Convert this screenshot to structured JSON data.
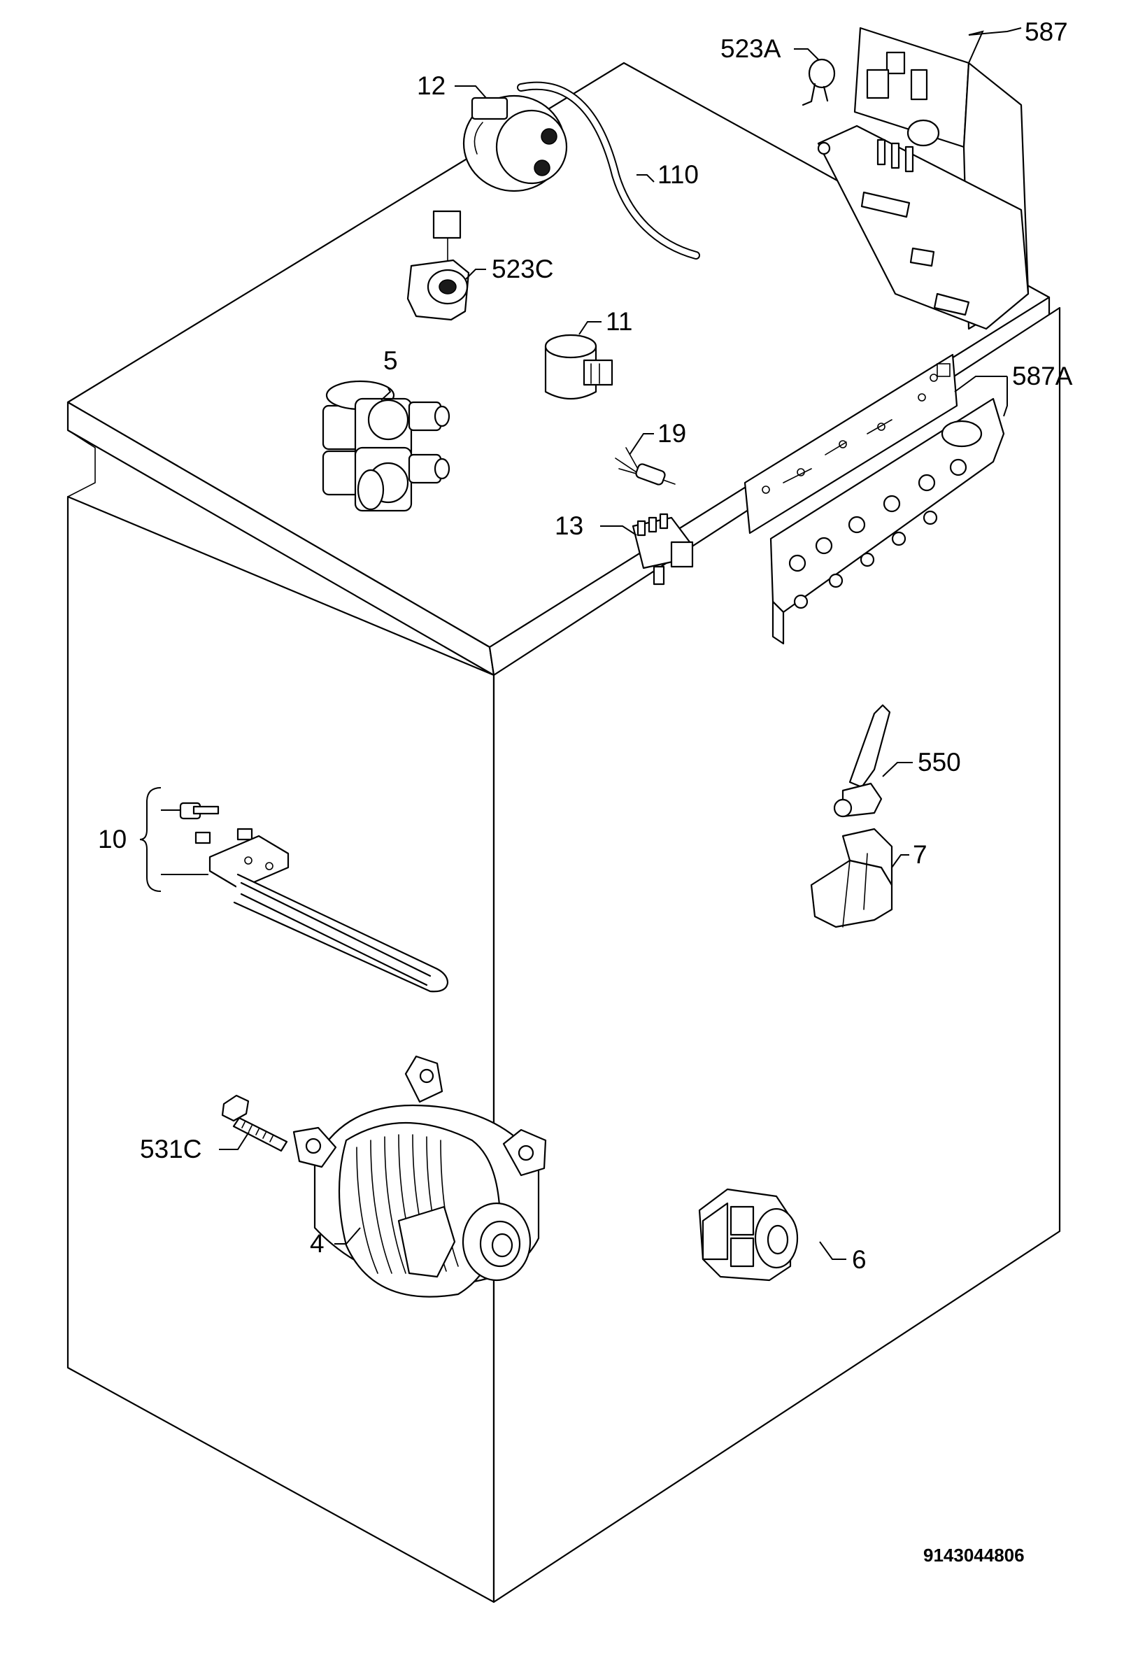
{
  "callouts": {
    "c12": "12",
    "c110": "110",
    "c523A": "523A",
    "c587": "587",
    "c523C": "523C",
    "c11": "11",
    "c5": "5",
    "c587A": "587A",
    "c19": "19",
    "c13": "13",
    "c550": "550",
    "c7": "7",
    "c10": "10",
    "c531C": "531C",
    "c4": "4",
    "c6": "6"
  },
  "document_number": "9143044806"
}
